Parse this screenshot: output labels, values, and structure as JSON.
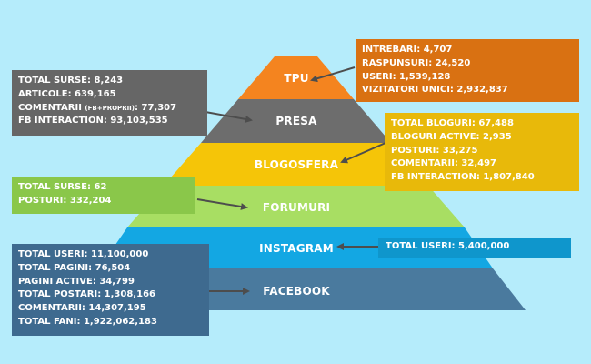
{
  "colors": {
    "background": "#b5ecfb",
    "tpu": "#f4841f",
    "presa": "#6d6d6d",
    "blogosfera": "#f5c508",
    "forumuri": "#a8de63",
    "instagram": "#13a7e3",
    "facebook": "#4a7a9e"
  },
  "tiers": {
    "tpu": "TPU",
    "presa": "PRESA",
    "blogosfera": "BLOGOSFERA",
    "forumuri": "FORUMURI",
    "instagram": "INSTAGRAM",
    "facebook": "FACEBOOK"
  },
  "tpu_box": {
    "intrebari": "INTREBARI: 4,707",
    "raspunsuri": "RASPUNSURI: 24,520",
    "useri": "USERI: 1,539,128",
    "vizitatori": "VIZITATORI UNICI: 2,932,837"
  },
  "presa_box": {
    "total_surse": "TOTAL SURSE: 8,243",
    "articole": "ARTICOLE: 639,165",
    "comentarii_label": "COMENTARII ",
    "comentarii_note": "(FB+PROPRII)",
    "comentarii_value": ": 77,307",
    "fb_interaction": "FB INTERACTION: 93,103,535"
  },
  "blogosfera_box": {
    "total_bloguri": "TOTAL BLOGURI: 67,488",
    "bloguri_active": "BLOGURI ACTIVE: 2,935",
    "posturi": "POSTURI: 33,275",
    "comentarii": "COMENTARII: 32,497",
    "fb_interaction": "FB INTERACTION: 1,807,840"
  },
  "forumuri_box": {
    "total_surse": "TOTAL SURSE: 62",
    "posturi": "POSTURI: 332,204"
  },
  "instagram_box": {
    "total_useri": "TOTAL USERI: 5,400,000"
  },
  "facebook_box": {
    "total_useri": "TOTAL USERI: 11,100,000",
    "total_pagini": "TOTAL PAGINI: 76,504",
    "pagini_active": "PAGINI ACTIVE: 34,799",
    "total_postari": "TOTAL POSTARI: 1,308,166",
    "comentarii": "COMENTARII: 14,307,195",
    "total_fani": "TOTAL FANI: 1,922,062,183"
  }
}
